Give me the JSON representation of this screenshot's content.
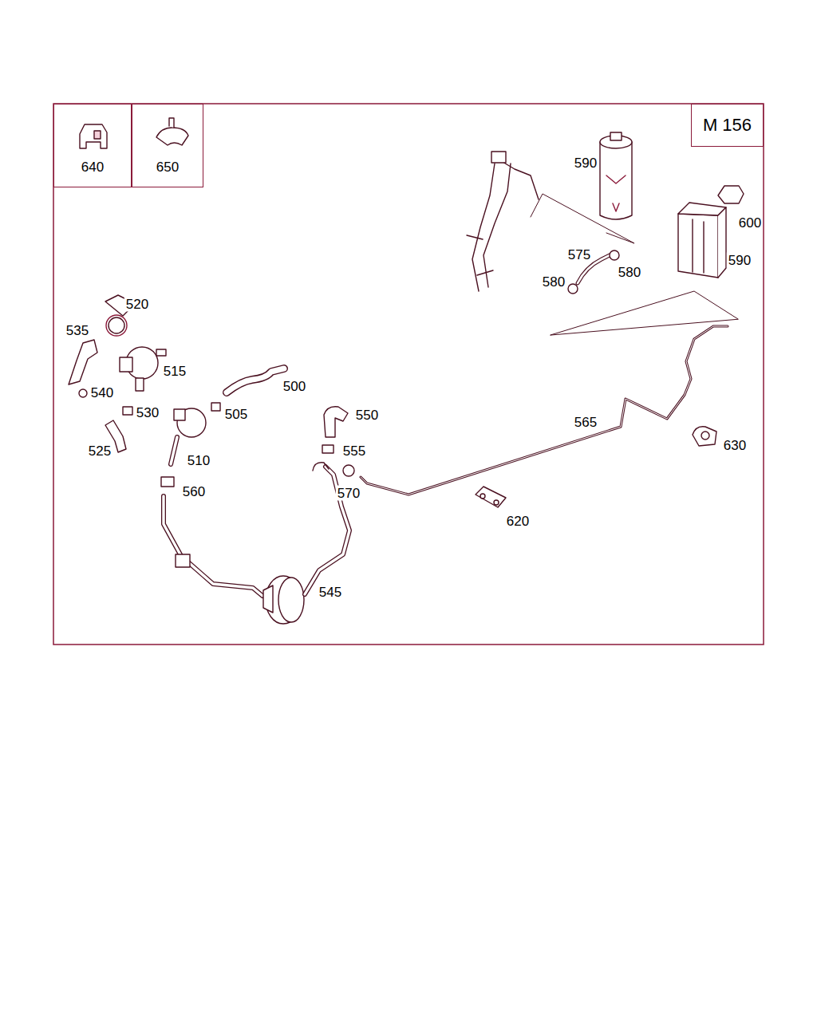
{
  "diagram": {
    "nodes": [
      {
        "text": [
          "640"
        ]
      },
      {
        "text": [
          "650"
        ]
      },
      {
        "text": [
          "M 156"
        ]
      }
    ],
    "labels": [
      "590",
      "600",
      "575",
      "590",
      "580",
      "580",
      "520",
      "535",
      "515",
      "500",
      "540",
      "530",
      "505",
      "550",
      "565",
      "630",
      "525",
      "555",
      "510",
      "560",
      "570",
      "620",
      "545"
    ]
  }
}
